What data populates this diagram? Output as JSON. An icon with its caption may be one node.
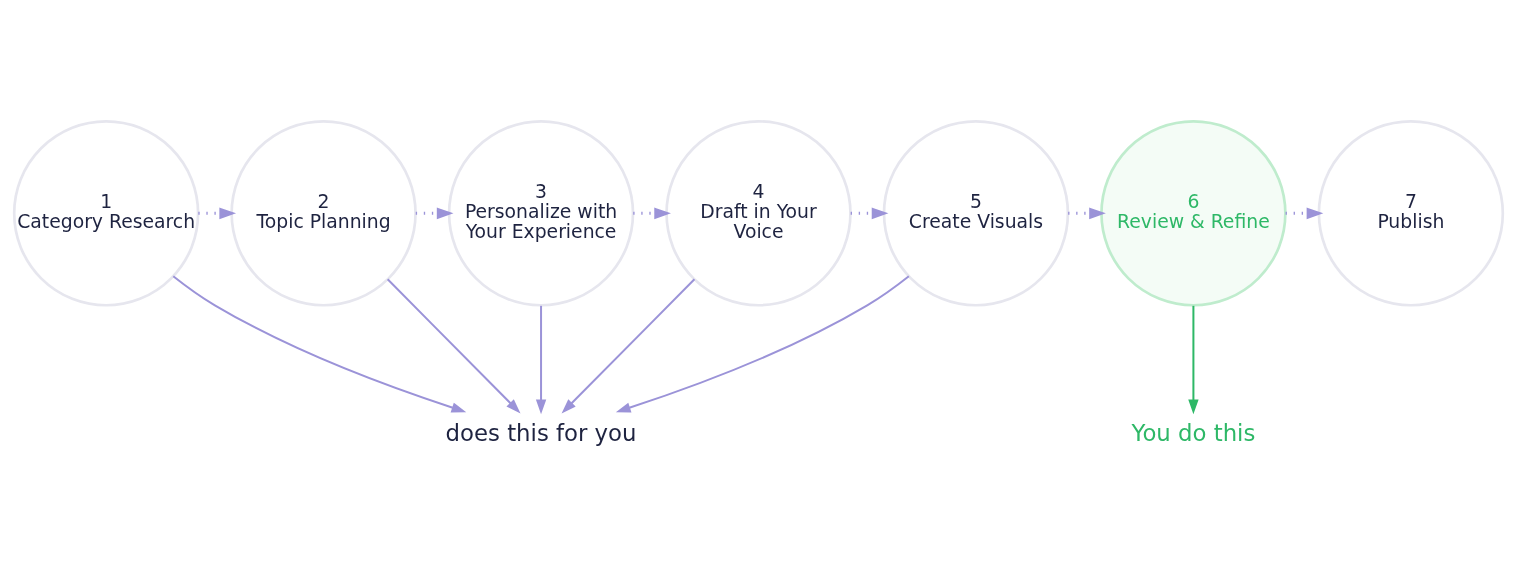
{
  "diagram": {
    "nodes": [
      {
        "text": [
          "1",
          "Category Research"
        ]
      },
      {
        "text": [
          "2",
          "Topic Planning"
        ]
      },
      {
        "text": [
          "3",
          "Personalize with Your Experience"
        ]
      },
      {
        "text": [
          "4",
          "Draft in Your Voice"
        ]
      },
      {
        "text": [
          "5",
          "Create Visuals"
        ]
      },
      {
        "text": [
          "6",
          "Review & Refine"
        ]
      },
      {
        "text": [
          "7",
          "Publish"
        ]
      },
      {
        "text": [
          "does this for you"
        ]
      },
      {
        "text": [
          "You do this"
        ]
      }
    ],
    "edges": [
      {
        "from": 0,
        "to": 1,
        "arrow": "to",
        "style": "dashed"
      },
      {
        "from": 1,
        "to": 2,
        "arrow": "to",
        "style": "dashed"
      },
      {
        "from": 2,
        "to": 3,
        "arrow": "to",
        "style": "dashed"
      },
      {
        "from": 3,
        "to": 4,
        "arrow": "to",
        "style": "dashed"
      },
      {
        "from": 4,
        "to": 5,
        "arrow": "to",
        "style": "dashed"
      },
      {
        "from": 5,
        "to": 6,
        "arrow": "to",
        "style": "dashed"
      },
      {
        "from": 0,
        "to": 7,
        "arrow": "to"
      },
      {
        "from": 1,
        "to": 7,
        "arrow": "to"
      },
      {
        "from": 2,
        "to": 7,
        "arrow": "to"
      },
      {
        "from": 3,
        "to": 7,
        "arrow": "to"
      },
      {
        "from": 4,
        "to": 7,
        "arrow": "to"
      },
      {
        "from": 5,
        "to": 8,
        "arrow": "to",
        "color": "#2eb867"
      }
    ]
  }
}
